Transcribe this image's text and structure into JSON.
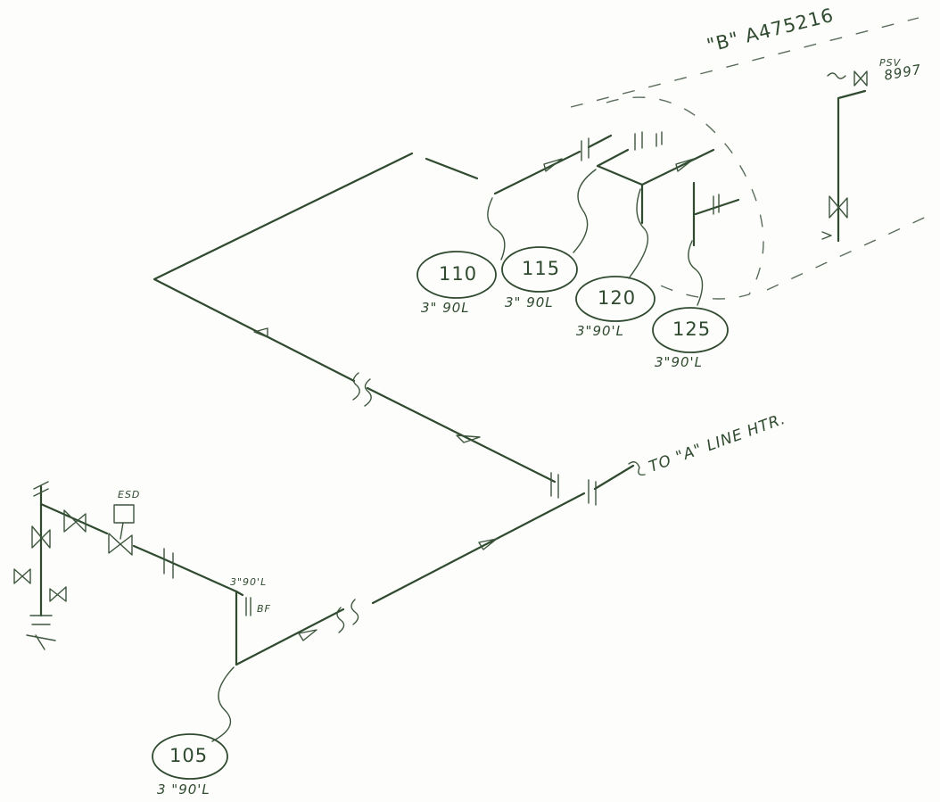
{
  "drawing": {
    "line_id": "\"B\" A475216",
    "destination": "TO \"A\" LINE HTR.",
    "psv_tag_top": "PSV",
    "psv_tag_number": "8997",
    "esd_label": "ESD",
    "bf_note": "3\"90'L",
    "bf_label": "BF",
    "welds": [
      {
        "id": "105",
        "note": "3 \"90'L"
      },
      {
        "id": "110",
        "note": "3\" 90L"
      },
      {
        "id": "115",
        "note": "3\" 90L"
      },
      {
        "id": "120",
        "note": "3\"90'L"
      },
      {
        "id": "125",
        "note": "3\"90'L"
      }
    ]
  }
}
